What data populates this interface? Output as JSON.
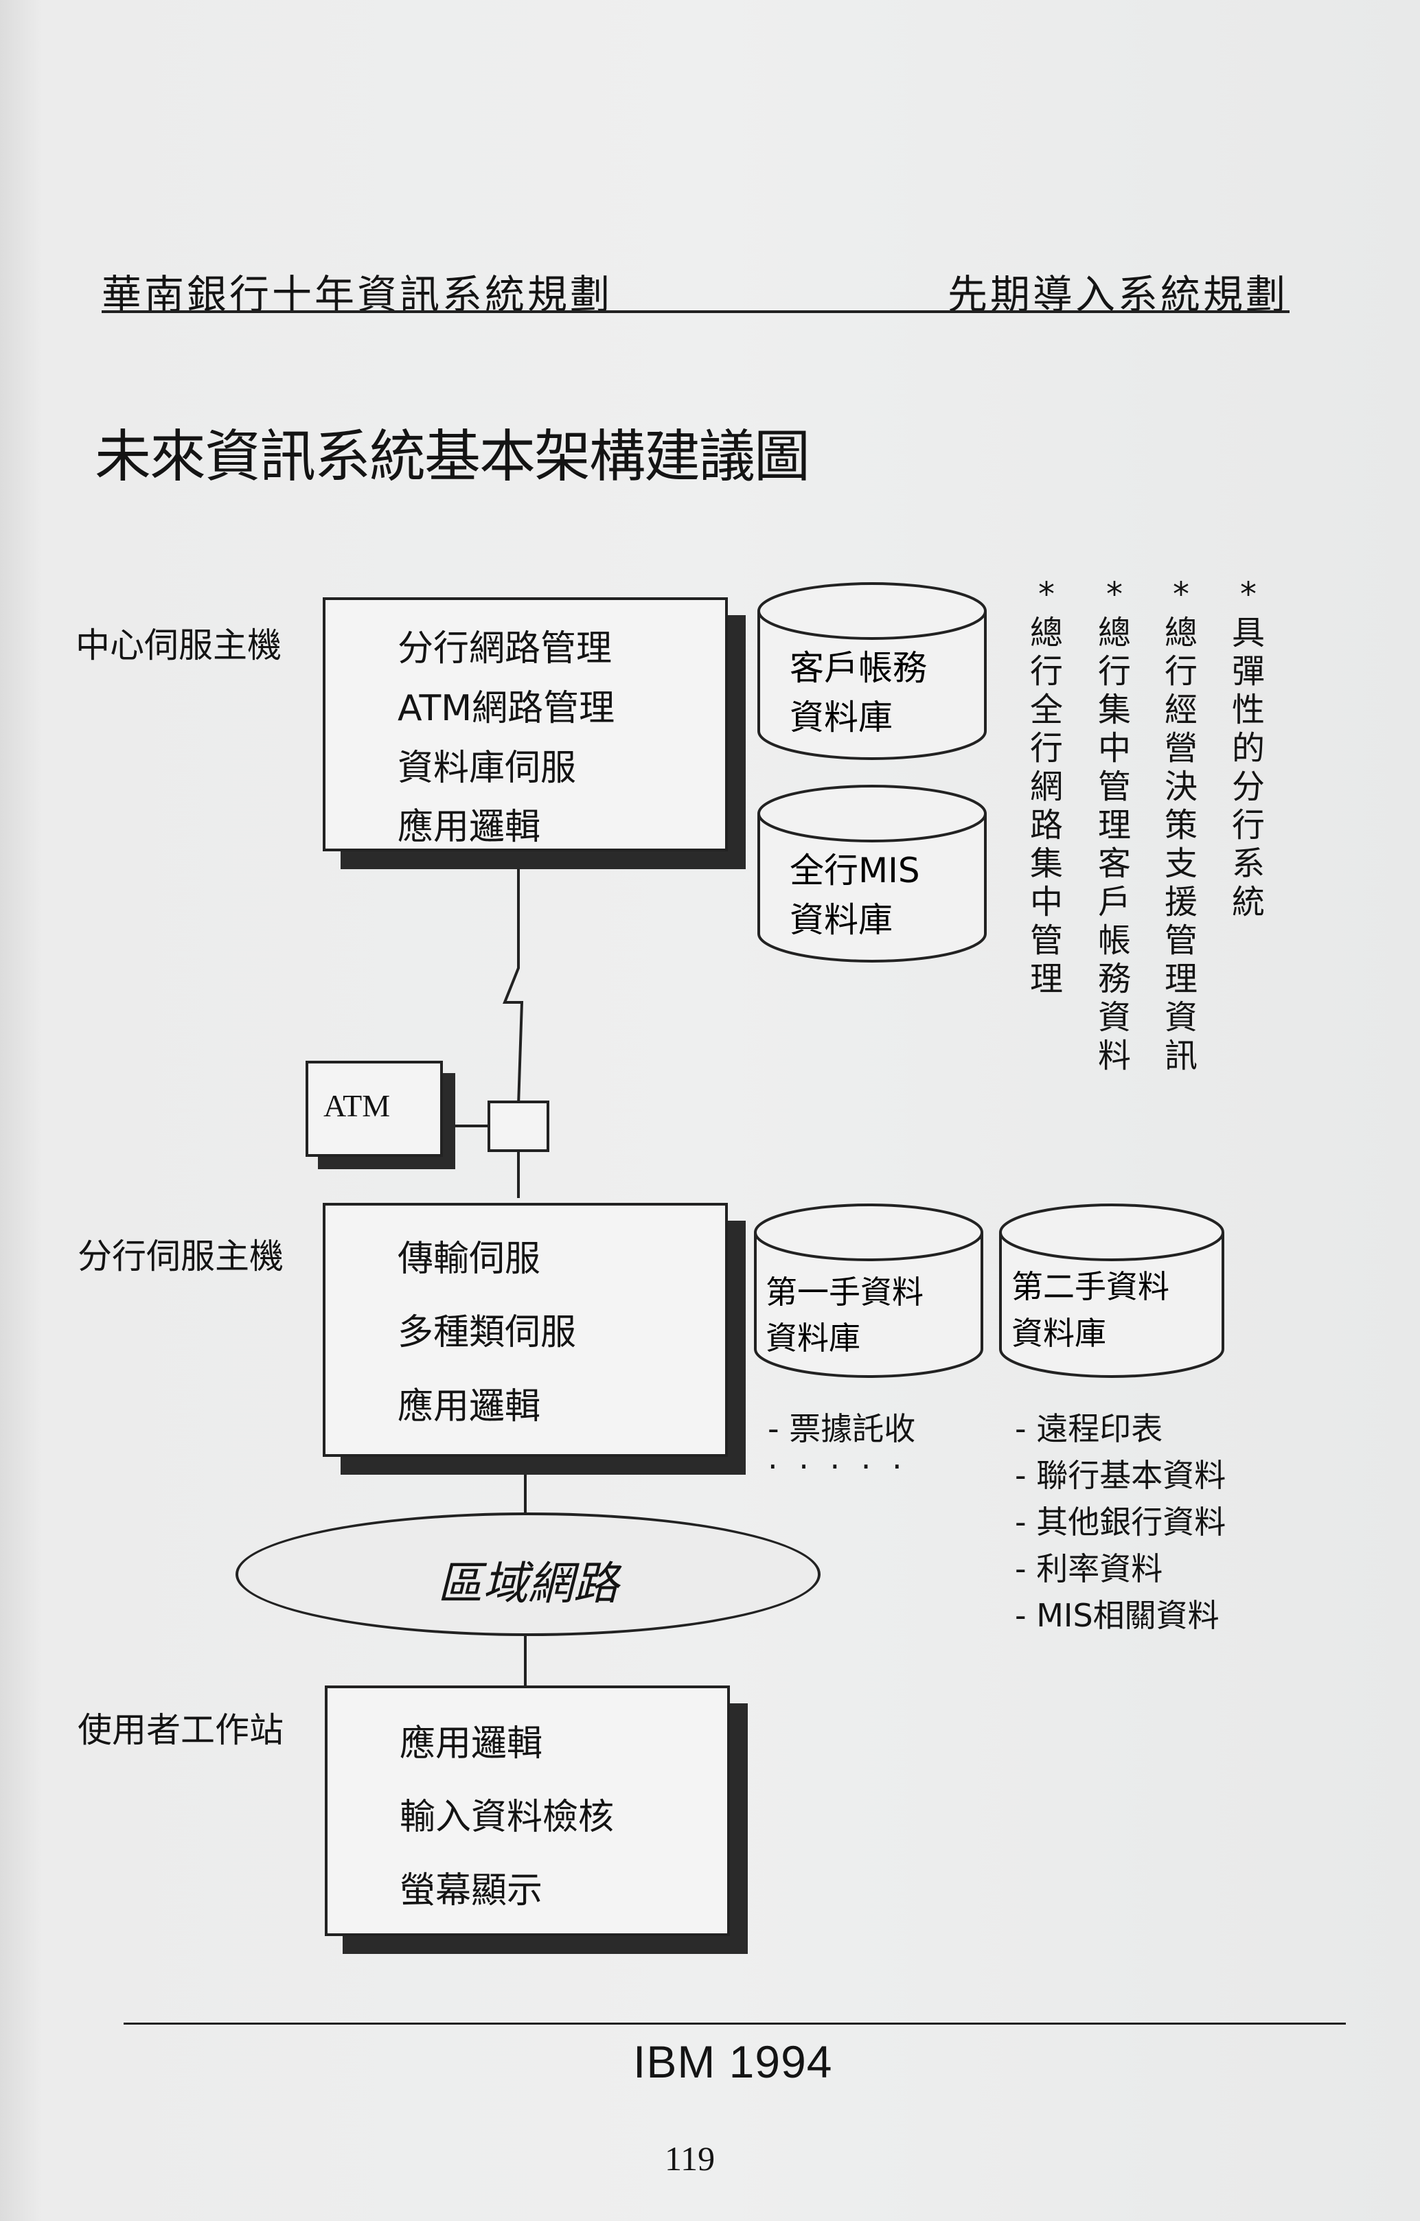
{
  "header": {
    "left": "華南銀行十年資訊系統規劃",
    "right": "先期導入系統規劃"
  },
  "title": "未來資訊系統基本架構建議圖",
  "central_host": {
    "label": "中心伺服主機",
    "items": [
      "分行網路管理",
      "ATM網路管理",
      "資料庫伺服",
      "應用邏輯"
    ]
  },
  "databases_top": [
    {
      "line1": "客戶帳務",
      "line2": "資料庫"
    },
    {
      "line1": "全行MIS",
      "line2": "資料庫"
    }
  ],
  "features": [
    "*具彈性的分行系統",
    "*總行經營決策支援管理資訊",
    "*總行集中管理客戶帳務資料",
    "*總行全行網路集中管理"
  ],
  "atm_label": "ATM",
  "branch_host": {
    "label": "分行伺服主機",
    "items": [
      "傳輸伺服",
      "多種類伺服",
      "應用邏輯"
    ]
  },
  "databases_branch": [
    {
      "line1": "第一手資料",
      "line2": "資料庫"
    },
    {
      "line1": "第二手資料",
      "line2": "資料庫"
    }
  ],
  "first_db_notes": [
    "- 票據託收",
    "‧ ‧ ‧ ‧ ‧"
  ],
  "second_db_notes": [
    "- 遠程印表",
    "- 聯行基本資料",
    "- 其他銀行資料",
    "- 利率資料",
    "- MIS相關資料"
  ],
  "lan_label": "區域網路",
  "workstation": {
    "label": "使用者工作站",
    "items": [
      "應用邏輯",
      "輸入資料檢核",
      "螢幕顯示"
    ]
  },
  "footer": "IBM 1994",
  "page_number": "119"
}
